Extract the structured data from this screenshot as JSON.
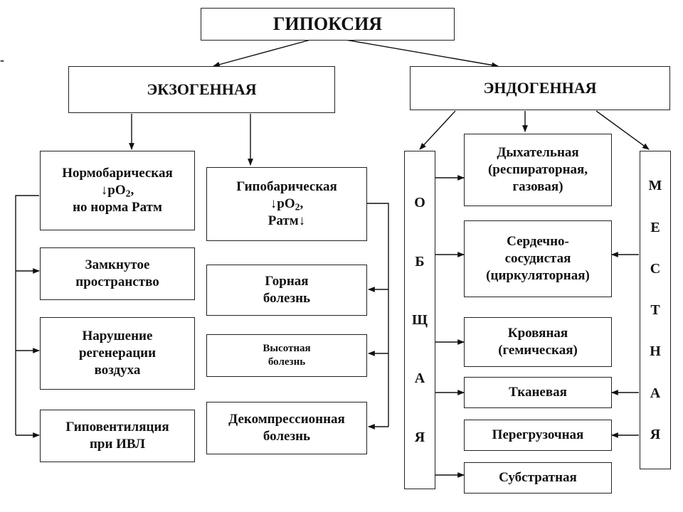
{
  "title": "ГИПОКСИЯ",
  "exogenous": {
    "label": "ЭКЗОГЕННАЯ",
    "normobaric": {
      "line1": "Нормобарическая",
      "line2_prefix": "↓pO",
      "line2_sub": "2",
      "line2_suffix": ",",
      "line3": "но норма Ратм"
    },
    "normobaric_items": [
      {
        "line1": "Замкнутое",
        "line2": "пространство"
      },
      {
        "line1": "Нарушение",
        "line2": "регенерации",
        "line3": "воздуха"
      },
      {
        "line1": "Гиповентиляция",
        "line2": "при ИВЛ"
      }
    ],
    "hypobaric": {
      "line1": "Гипобарическая",
      "line2_prefix": "↓pO",
      "line2_sub": "2",
      "line2_suffix": ",",
      "line3": "Ратм↓"
    },
    "hypobaric_items": [
      {
        "line1": "Горная",
        "line2": "болезнь"
      },
      {
        "line1": "Высотная",
        "line2": "болезнь"
      },
      {
        "line1": "Декомпрессионная",
        "line2": "болезнь"
      }
    ]
  },
  "endogenous": {
    "label": "ЭНДОГЕННАЯ",
    "general": "ОБЩАЯ",
    "local": "МЕСТНАЯ",
    "types": [
      {
        "line1": "Дыхательная",
        "line2": "(респираторная,",
        "line3": "газовая)"
      },
      {
        "line1": "Сердечно-",
        "line2": "сосудистая",
        "line3": "(циркуляторная)"
      },
      {
        "line1": "Кровяная",
        "line2": "(гемическая)"
      },
      {
        "line1": "Тканевая"
      },
      {
        "line1": "Перегрузочная"
      },
      {
        "line1": "Субстратная"
      }
    ]
  }
}
